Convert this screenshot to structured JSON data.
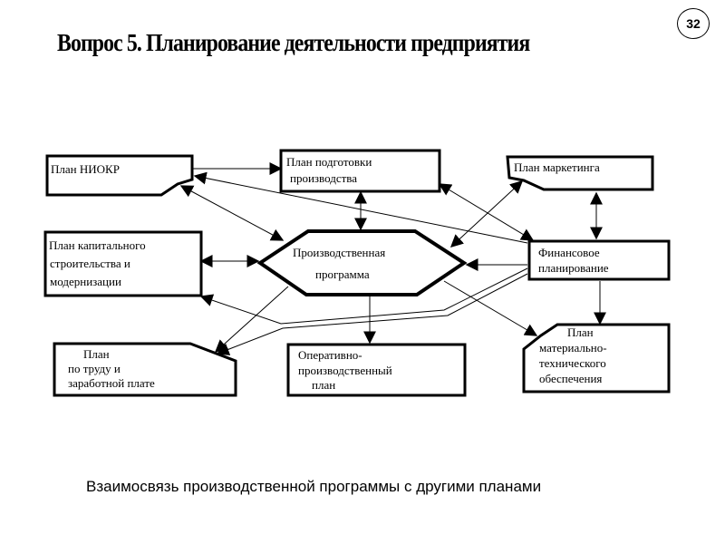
{
  "slide": {
    "title": "Вопрос 5.  Планирование деятельности предприятия",
    "page_number": "32",
    "caption": "Взаимосвязь производственной программы с другими планами"
  },
  "diagram": {
    "nodes": {
      "niokr": {
        "lines": [
          "План  НИОКР"
        ]
      },
      "podgotovka": {
        "lines": [
          "План подготовки",
          " производства"
        ]
      },
      "marketing": {
        "lines": [
          "План маркетинга"
        ]
      },
      "kapital": {
        "lines": [
          "План капитального",
          "строительства и",
          "модернизации"
        ]
      },
      "program": {
        "lines": [
          "Производственная",
          "программа"
        ]
      },
      "finance": {
        "lines": [
          "Финансовое",
          "планирование"
        ]
      },
      "trud": {
        "lines": [
          "План",
          "по труду и",
          "заработной плате"
        ]
      },
      "operativ": {
        "lines": [
          "Оперативно-",
          "производственный",
          "план"
        ]
      },
      "mto": {
        "lines": [
          "План",
          "материально-",
          "технического",
          "обеспечения"
        ]
      }
    },
    "edges": [
      {
        "from": "niokr",
        "to": "podgotovka",
        "direction": "forward"
      },
      {
        "from": "finance",
        "to": "niokr",
        "direction": "forward"
      },
      {
        "from": "niokr",
        "to": "program",
        "direction": "both"
      },
      {
        "from": "podgotovka",
        "to": "program",
        "direction": "both"
      },
      {
        "from": "podgotovka",
        "to": "finance",
        "direction": "both"
      },
      {
        "from": "program",
        "to": "marketing",
        "direction": "both"
      },
      {
        "from": "marketing",
        "to": "finance",
        "direction": "both"
      },
      {
        "from": "kapital",
        "to": "program",
        "direction": "both"
      },
      {
        "from": "finance",
        "to": "program",
        "direction": "forward"
      },
      {
        "from": "finance",
        "to": "kapital",
        "direction": "forward"
      },
      {
        "from": "finance",
        "to": "trud",
        "direction": "forward"
      },
      {
        "from": "program",
        "to": "trud",
        "direction": "forward"
      },
      {
        "from": "program",
        "to": "operativ",
        "direction": "forward"
      },
      {
        "from": "program",
        "to": "mto",
        "direction": "forward"
      },
      {
        "from": "finance",
        "to": "mto",
        "direction": "forward"
      }
    ]
  }
}
